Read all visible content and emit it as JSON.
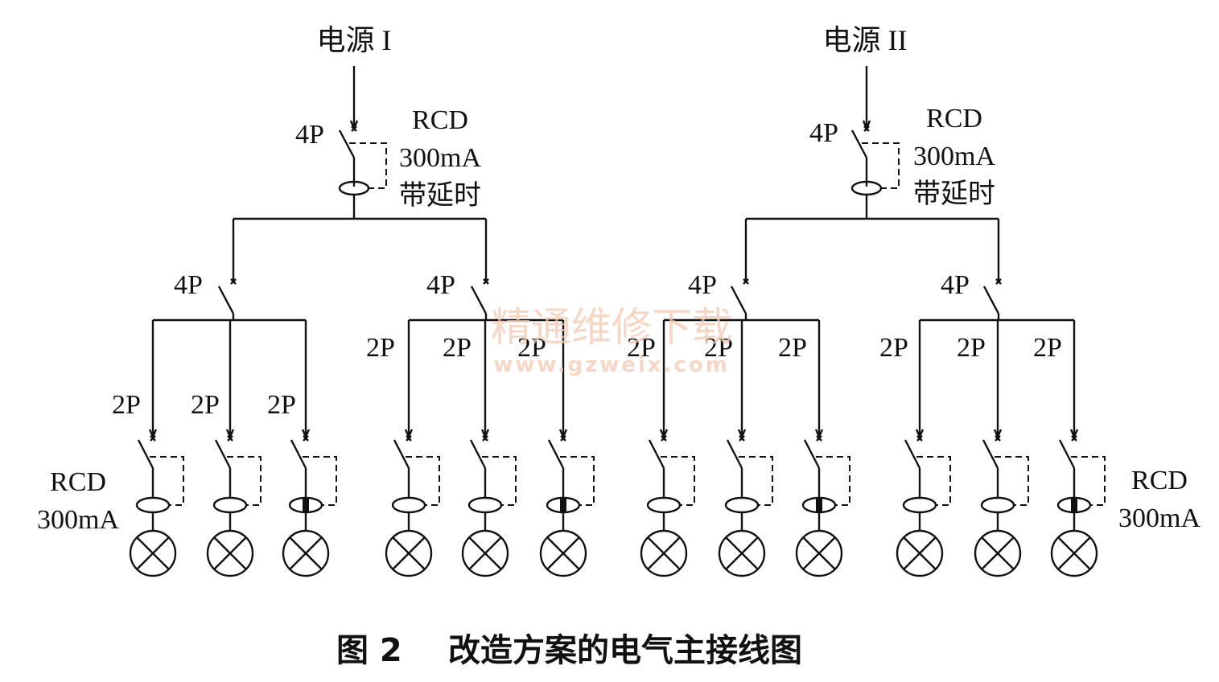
{
  "sources": [
    {
      "label": "电源 I"
    },
    {
      "label": "电源 II"
    }
  ],
  "main_breaker": {
    "poles": "4P",
    "device": "RCD",
    "rating": "300mA",
    "delay": "带延时"
  },
  "branch_breaker": {
    "poles": "4P"
  },
  "circuit_breaker": {
    "poles": "2P"
  },
  "side_labels": {
    "left": {
      "device": "RCD",
      "rating": "300mA"
    },
    "right": {
      "device": "RCD",
      "rating": "300mA"
    }
  },
  "watermark": {
    "line1": "精通维修下载",
    "line2": "www.gzweix.com"
  },
  "caption": {
    "number": "图 2",
    "title": "改造方案的电气主接线图"
  }
}
